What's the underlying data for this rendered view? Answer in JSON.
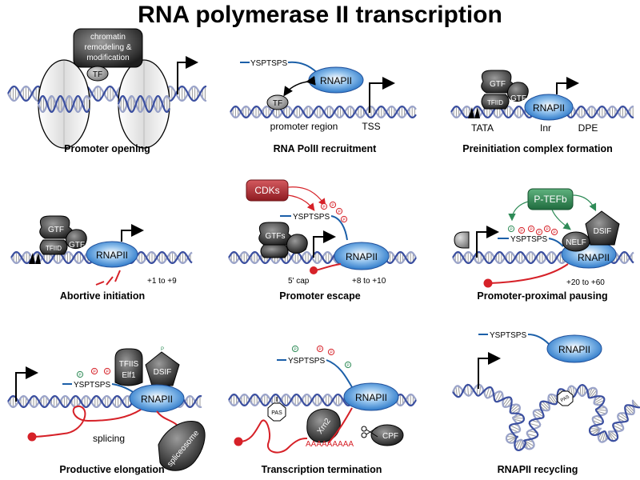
{
  "title": "RNA polymerase II transcription",
  "colors": {
    "dna_dark": "#3b4fa0",
    "dna_light": "#9aa3c9",
    "polymerase": "#1f6fc4",
    "rna": "#d62128",
    "ctd": "#1b5fa8",
    "ptefb": "#2e8b57",
    "cdks": "#b0232a"
  },
  "panels": {
    "p1": {
      "caption": "Promoter opening",
      "remodel_line1": "chromatin",
      "remodel_line2": "remodeling &",
      "remodel_line3": "modification",
      "tf": "TF"
    },
    "p2": {
      "caption": "RNA PolII recruitment",
      "ctd": "YSPTSPS",
      "pol": "RNAPII",
      "tf": "TF",
      "promoter": "promoter region",
      "tss": "TSS"
    },
    "p3": {
      "caption": "Preinitiation complex formation",
      "gtf1": "GTF",
      "tfiid": "TFIID",
      "gtf2": "GTF",
      "pol": "RNAPII",
      "tata": "TATA",
      "inr": "Inr",
      "dpe": "DPE"
    },
    "p4": {
      "caption": "Abortive initiation",
      "gtf1": "GTF",
      "tfiid": "TFIID",
      "gtf2": "GTF",
      "pol": "RNAPII",
      "range": "+1 to +9"
    },
    "p5": {
      "caption": "Promoter escape",
      "cdks": "CDKs",
      "ctd": "YSPTSPS",
      "gtfs": "GTFs",
      "pol": "RNAPII",
      "cap": "5' cap",
      "range": "+8 to +10"
    },
    "p6": {
      "caption": "Promoter-proximal pausing",
      "ptefb": "P-TEFb",
      "ctd": "YSPTSPS",
      "nelf": "NELF",
      "dsif": "DSIF",
      "pol": "RNAPII",
      "range": "+20 to +60"
    },
    "p7": {
      "caption": "Productive elongation",
      "tfiis": "TFIIS",
      "elf1": "Elf1",
      "dsif": "DSIF",
      "ctd": "YSPTSPS",
      "pol": "RNAPII",
      "splicing": "splicing",
      "spliceosome": "spliceosome"
    },
    "p8": {
      "caption": "Transcription termination",
      "ctd": "YSPTSPS",
      "pol": "RNAPII",
      "pas": "PAS",
      "xrn2": "Xrn2",
      "cpf": "CPF",
      "polya": "AAAAAAAAA"
    },
    "p9": {
      "caption": "RNAPII recycling",
      "ctd": "YSPTSPS",
      "pol": "RNAPII",
      "pas": "PAS"
    }
  },
  "phospho_mark": "P"
}
